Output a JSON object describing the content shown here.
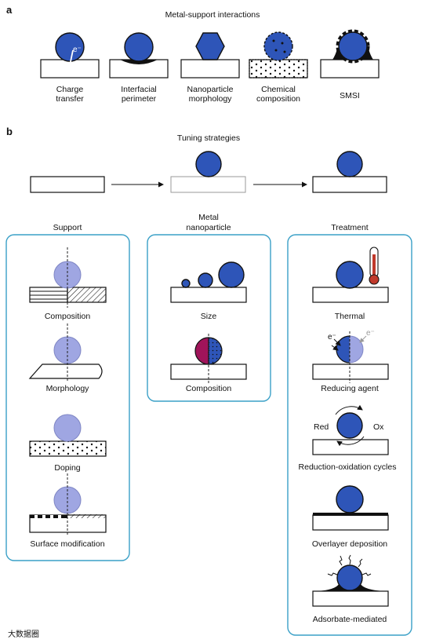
{
  "panel_a": {
    "label": "a",
    "title": "Metal-support interactions",
    "electron_symbol": "e⁻",
    "items": [
      {
        "line1": "Charge",
        "line2": "transfer"
      },
      {
        "line1": "Interfacial",
        "line2": "perimeter"
      },
      {
        "line1": "Nanoparticle",
        "line2": "morphology"
      },
      {
        "line1": "Chemical",
        "line2": "composition"
      },
      {
        "line1": "SMSI",
        "line2": ""
      }
    ]
  },
  "panel_b": {
    "label": "b",
    "title": "Tuning strategies",
    "support": {
      "header": "Support",
      "items": [
        "Composition",
        "Morphology",
        "Doping",
        "Surface modification"
      ]
    },
    "nanoparticle": {
      "header_line1": "Metal",
      "header_line2": "nanoparticle",
      "items": [
        "Size",
        "Composition"
      ]
    },
    "treatment": {
      "header": "Treatment",
      "items": [
        "Thermal",
        "Reducing agent",
        "Reduction-oxidation cycles",
        "Overlayer deposition",
        "Adsorbate-mediated"
      ],
      "electron_left": "e⁻",
      "electron_right": "e⁻",
      "red_label": "Red",
      "ox_label": "Ox"
    }
  },
  "watermark": "大数据圈",
  "colors": {
    "nanoparticle": "#2e55b8",
    "nanoparticle_light": "#9fa6e2",
    "box_border": "#3aa0c7",
    "composition_alloy": "#a0145a",
    "thermometer_red": "#c0392b"
  }
}
